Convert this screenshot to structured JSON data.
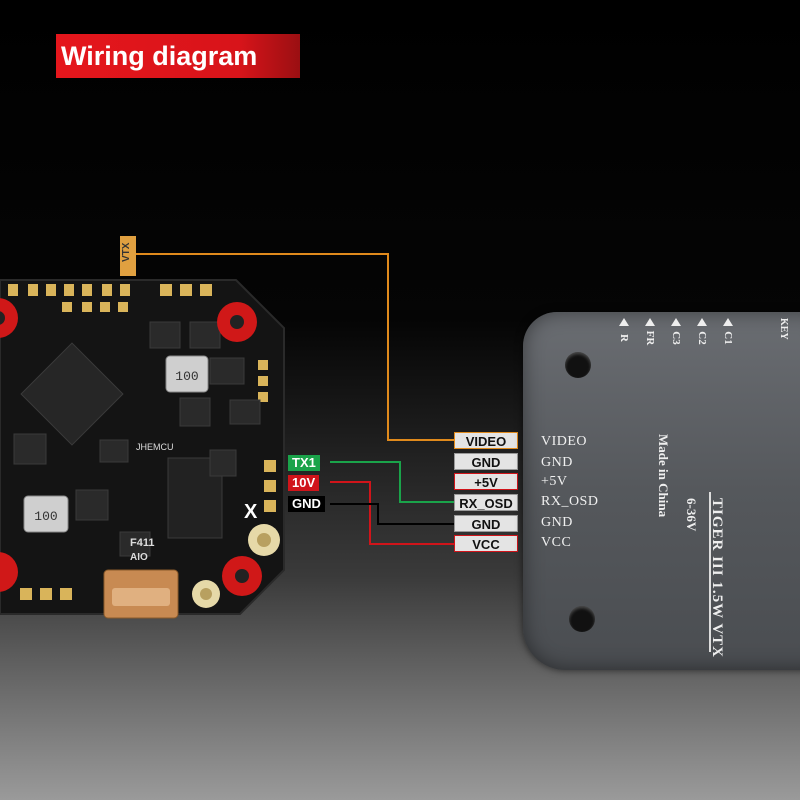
{
  "title": "Wiring diagram",
  "fc_board": {
    "vtx_label": "VTX",
    "pads": [
      {
        "label": "TX1",
        "color": "#1aa34a"
      },
      {
        "label": "10V",
        "color": "#d0141a"
      },
      {
        "label": "GND",
        "color": "#000000"
      }
    ],
    "silkscreen": [
      "100",
      "100",
      "JHEMCU",
      "F411",
      "AIO",
      "X"
    ]
  },
  "connector_pins": [
    {
      "label": "VIDEO",
      "border": "#e08a1c"
    },
    {
      "label": "GND",
      "border": "#999999"
    },
    {
      "label": "+5V",
      "border": "#d0141a"
    },
    {
      "label": "RX_OSD",
      "border": "#999999"
    },
    {
      "label": "GND",
      "border": "#999999"
    },
    {
      "label": "VCC",
      "border": "#d0141a"
    }
  ],
  "vtx_module": {
    "name": "TIGER III 1.5W VTX",
    "voltage": "6-36V",
    "origin": "Made in China",
    "pin_labels": [
      "VIDEO",
      "GND",
      "+5V",
      "RX_OSD",
      "GND",
      "VCC"
    ],
    "buttons": [
      "R",
      "FR",
      "C3",
      "C2",
      "C1"
    ],
    "corner_text": "KEY"
  },
  "colors": {
    "title_bg": "#e5161c",
    "video_wire": "#e08a1c",
    "tx_wire": "#1aa34a",
    "power_wire": "#d0141a",
    "gnd_wire": "#000000"
  }
}
